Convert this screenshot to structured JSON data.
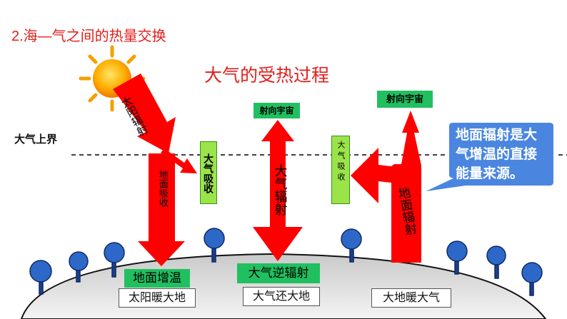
{
  "section_title": "2.海—气之间的热量交换",
  "main_title": "大气的受热过程",
  "boundary_label": "大气上界",
  "arrows": {
    "solar": "太阳辐射",
    "ground_absorb": "地面吸收",
    "atmos_radiation": "大气辐射",
    "ground_radiation": "地面辐射"
  },
  "boxes": {
    "space_mid": "射向宇宙",
    "space_right": "射向宇宙",
    "atmos_absorb_left": "大气吸收",
    "atmos_absorb_right": "大气吸收",
    "ground_warming": "地面增温",
    "counter_radiation": "大气逆辐射"
  },
  "bottom_labels": {
    "sun_warms_ground": "太阳暖大地",
    "atmos_returns_ground": "大气还大地",
    "ground_warms_atmos": "大地暖大气"
  },
  "callout": {
    "lines": [
      "地面辐射是大",
      "气增温的直接",
      "能量来源。"
    ],
    "color": "#4a86e0"
  },
  "colors": {
    "arrow_red": "#ff0000",
    "title_red": "#e0201b",
    "label_green": "#20c060",
    "tree_blue": "#2d68c8"
  }
}
